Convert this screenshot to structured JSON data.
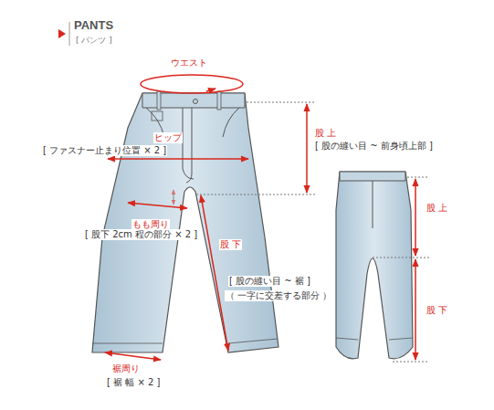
{
  "diagram": {
    "title": "PANTS",
    "labels": [
      "[ パンツ ]",
      "ウエスト",
      "ヒップ",
      "[ ファスナー止まり位置 × 2 ]",
      "もも周り",
      "[ 股下 2cm 程の部分 × 2 ]",
      "股 下",
      "[ 股の縫い目 ~ 裾 ]",
      "（ 一字に交差する部分 ）",
      "裾周り",
      "[ 裾 幅 × 2 ]",
      "股 上",
      "[ 股の縫い目 ~ 前身頃上部 ]",
      "股 上",
      "股 下"
    ]
  }
}
